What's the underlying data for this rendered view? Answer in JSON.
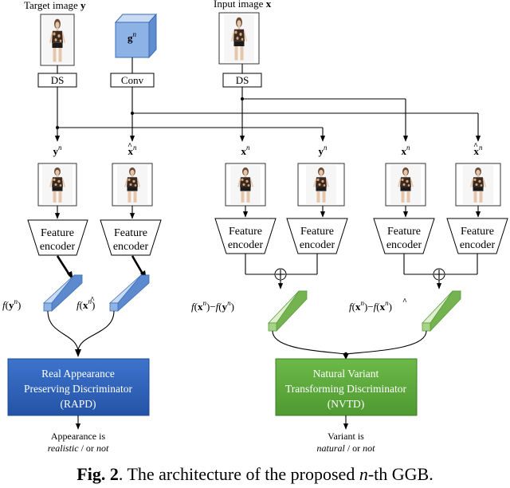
{
  "inputs": {
    "target": {
      "label": "Target image",
      "var": "y"
    },
    "noise": {
      "var": "g",
      "sup": "n"
    },
    "input": {
      "label": "Input image",
      "var": "x"
    }
  },
  "ops": {
    "ds1": "DS",
    "conv": "Conv",
    "ds2": "DS"
  },
  "features": [
    {
      "var": "y",
      "sup": "n",
      "hat": false
    },
    {
      "var": "x",
      "sup": "n",
      "hat": true
    },
    {
      "var": "x",
      "sup": "n",
      "hat": false
    },
    {
      "var": "y",
      "sup": "n",
      "hat": false
    },
    {
      "var": "x",
      "sup": "n",
      "hat": false
    },
    {
      "var": "x",
      "sup": "n",
      "hat": true
    }
  ],
  "encoder": {
    "line1": "Feature",
    "line2": "encoder"
  },
  "feature_labels": {
    "fy": {
      "f": "f",
      "var": "y",
      "sup": "n"
    },
    "fxhat": {
      "f": "f",
      "var": "x",
      "sup": "n"
    }
  },
  "diff_labels": {
    "left": {
      "f": "f",
      "a": "x",
      "b": "y",
      "sup": "n",
      "minus": "−"
    },
    "right": {
      "f": "f",
      "a": "x",
      "b": "x",
      "sup": "n",
      "minus": "−"
    }
  },
  "discriminators": {
    "rapd": {
      "line1": "Real Appearance",
      "line2": "Preserving Discriminator",
      "line3": "(RAPD)"
    },
    "nvtd": {
      "line1": "Natural Variant",
      "line2": "Transforming Discriminator",
      "line3": "(NVTD)"
    }
  },
  "outputs": {
    "rapd": {
      "line1": "Appearance is",
      "word": "realistic",
      "sep": " / or ",
      "not": "not"
    },
    "nvtd": {
      "line1": "Variant is",
      "word": "natural",
      "sep": " / or ",
      "not": "not"
    }
  },
  "caption": {
    "prefix": "Fig. 2",
    "text": ". The architecture of the proposed ",
    "var": "n",
    "suffix": "-th GGB."
  },
  "colors": {
    "blue_box": "#2f62b8",
    "green_box": "#5fa83e",
    "blue_cube": "#7fa7dd",
    "green_cube": "#8cc46a"
  }
}
